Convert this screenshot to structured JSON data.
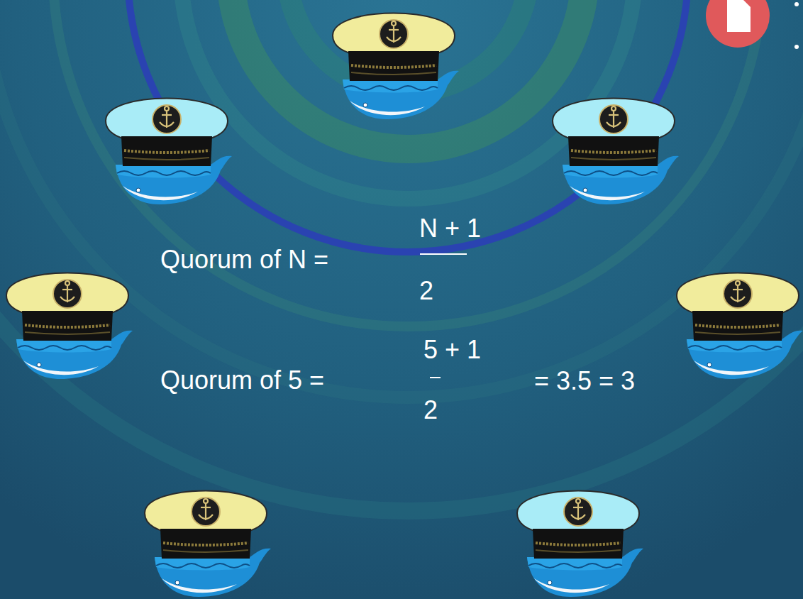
{
  "diagram": {
    "labels": [
      "Quorum of N =",
      "N + 1",
      "2",
      "Quorum of 5 =",
      "5 + 1",
      "2",
      "= 3.5 = 3"
    ]
  }
}
